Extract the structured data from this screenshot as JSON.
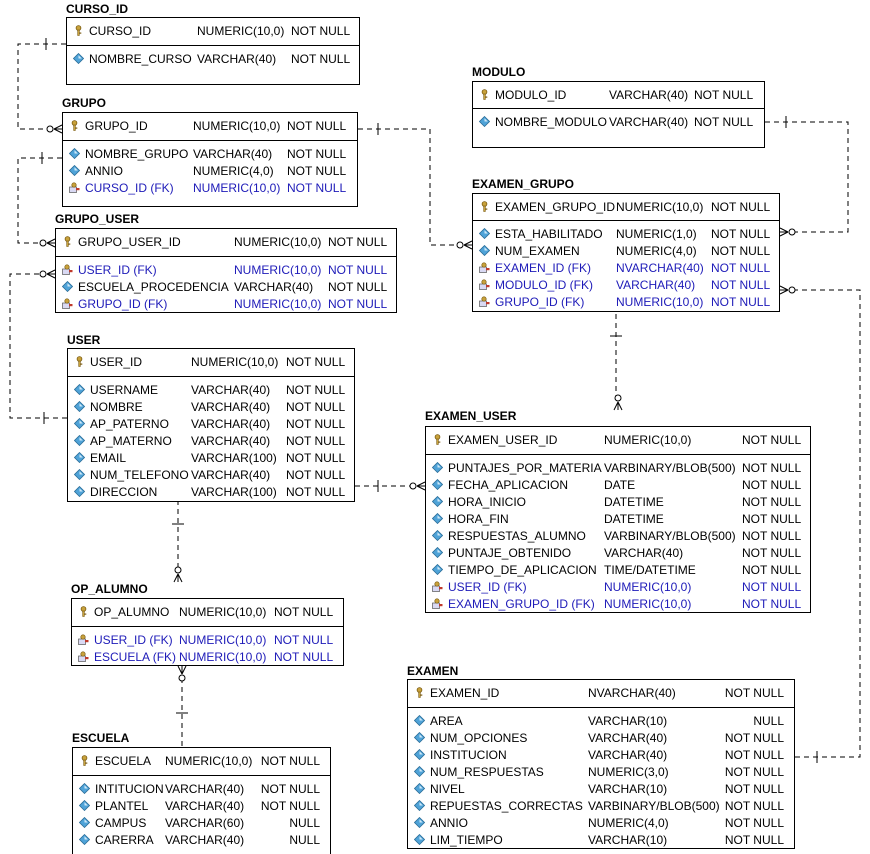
{
  "entities": {
    "curso": {
      "name": "CURSO_ID",
      "pk": [
        {
          "col": "CURSO_ID",
          "type": "NUMERIC(10,0)",
          "null": "NOT NULL",
          "kind": "key"
        }
      ],
      "attrs": [
        {
          "col": "NOMBRE_CURSO",
          "type": "VARCHAR(40)",
          "null": "NOT NULL",
          "kind": "attr"
        }
      ]
    },
    "grupo": {
      "name": "GRUPO",
      "pk": [
        {
          "col": "GRUPO_ID",
          "type": "NUMERIC(10,0)",
          "null": "NOT NULL",
          "kind": "key"
        }
      ],
      "attrs": [
        {
          "col": "NOMBRE_GRUPO",
          "type": "VARCHAR(40)",
          "null": "NOT NULL",
          "kind": "attr"
        },
        {
          "col": "ANNIO",
          "type": "NUMERIC(4,0)",
          "null": "NOT NULL",
          "kind": "attr"
        },
        {
          "col": "CURSO_ID (FK)",
          "type": "NUMERIC(10,0)",
          "null": "NOT NULL",
          "kind": "fk"
        }
      ]
    },
    "grupo_user": {
      "name": "GRUPO_USER",
      "pk": [
        {
          "col": "GRUPO_USER_ID",
          "type": "NUMERIC(10,0)",
          "null": "NOT NULL",
          "kind": "key"
        }
      ],
      "attrs": [
        {
          "col": "USER_ID (FK)",
          "type": "NUMERIC(10,0)",
          "null": "NOT NULL",
          "kind": "fk"
        },
        {
          "col": "ESCUELA_PROCEDENCIA",
          "type": "VARCHAR(40)",
          "null": "NOT NULL",
          "kind": "attr"
        },
        {
          "col": "GRUPO_ID (FK)",
          "type": "NUMERIC(10,0)",
          "null": "NOT NULL",
          "kind": "fk"
        }
      ]
    },
    "user": {
      "name": "USER",
      "pk": [
        {
          "col": "USER_ID",
          "type": "NUMERIC(10,0)",
          "null": "NOT NULL",
          "kind": "key"
        }
      ],
      "attrs": [
        {
          "col": "USERNAME",
          "type": "VARCHAR(40)",
          "null": "NOT NULL",
          "kind": "attr"
        },
        {
          "col": "NOMBRE",
          "type": "VARCHAR(40)",
          "null": "NOT NULL",
          "kind": "attr"
        },
        {
          "col": "AP_PATERNO",
          "type": "VARCHAR(40)",
          "null": "NOT NULL",
          "kind": "attr"
        },
        {
          "col": "AP_MATERNO",
          "type": "VARCHAR(40)",
          "null": "NOT NULL",
          "kind": "attr"
        },
        {
          "col": "EMAIL",
          "type": "VARCHAR(100)",
          "null": "NOT NULL",
          "kind": "attr"
        },
        {
          "col": "NUM_TELEFONO",
          "type": "VARCHAR(40)",
          "null": "NOT NULL",
          "kind": "attr"
        },
        {
          "col": "DIRECCION",
          "type": "VARCHAR(100)",
          "null": "NOT NULL",
          "kind": "attr"
        }
      ]
    },
    "op_alumno": {
      "name": "OP_ALUMNO",
      "pk": [
        {
          "col": "OP_ALUMNO",
          "type": "NUMERIC(10,0)",
          "null": "NOT NULL",
          "kind": "key"
        }
      ],
      "attrs": [
        {
          "col": "USER_ID (FK)",
          "type": "NUMERIC(10,0)",
          "null": "NOT NULL",
          "kind": "fk"
        },
        {
          "col": "ESCUELA (FK)",
          "type": "NUMERIC(10,0)",
          "null": "NOT NULL",
          "kind": "fk"
        }
      ]
    },
    "escuela": {
      "name": "ESCUELA",
      "pk": [
        {
          "col": "ESCUELA",
          "type": "NUMERIC(10,0)",
          "null": "NOT NULL",
          "kind": "key"
        }
      ],
      "attrs": [
        {
          "col": "INTITUCION",
          "type": "VARCHAR(40)",
          "null": "NOT NULL",
          "kind": "attr"
        },
        {
          "col": "PLANTEL",
          "type": "VARCHAR(40)",
          "null": "NOT NULL",
          "kind": "attr"
        },
        {
          "col": "CAMPUS",
          "type": "VARCHAR(60)",
          "null": "NULL",
          "kind": "attr"
        },
        {
          "col": "CARERRA",
          "type": "VARCHAR(40)",
          "null": "NULL",
          "kind": "attr"
        }
      ]
    },
    "modulo": {
      "name": "MODULO",
      "pk": [
        {
          "col": "MODULO_ID",
          "type": "VARCHAR(40)",
          "null": "NOT NULL",
          "kind": "key"
        }
      ],
      "attrs": [
        {
          "col": "NOMBRE_MODULO",
          "type": "VARCHAR(40)",
          "null": "NOT NULL",
          "kind": "attr"
        }
      ]
    },
    "examen_grupo": {
      "name": "EXAMEN_GRUPO",
      "pk": [
        {
          "col": "EXAMEN_GRUPO_ID",
          "type": "NUMERIC(10,0)",
          "null": "NOT NULL",
          "kind": "key"
        }
      ],
      "attrs": [
        {
          "col": "ESTA_HABILITADO",
          "type": "NUMERIC(1,0)",
          "null": "NOT NULL",
          "kind": "attr"
        },
        {
          "col": "NUM_EXAMEN",
          "type": "NUMERIC(4,0)",
          "null": "NOT NULL",
          "kind": "attr"
        },
        {
          "col": "EXAMEN_ID (FK)",
          "type": "NVARCHAR(40)",
          "null": "NOT NULL",
          "kind": "fk"
        },
        {
          "col": "MODULO_ID (FK)",
          "type": "VARCHAR(40)",
          "null": "NOT NULL",
          "kind": "fk"
        },
        {
          "col": "GRUPO_ID (FK)",
          "type": "NUMERIC(10,0)",
          "null": "NOT NULL",
          "kind": "fk"
        }
      ]
    },
    "examen_user": {
      "name": "EXAMEN_USER",
      "pk": [
        {
          "col": "EXAMEN_USER_ID",
          "type": "NUMERIC(10,0)",
          "null": "NOT NULL",
          "kind": "key"
        }
      ],
      "attrs": [
        {
          "col": "PUNTAJES_POR_MATERIA",
          "type": "VARBINARY/BLOB(500)",
          "null": "NOT NULL",
          "kind": "attr"
        },
        {
          "col": "FECHA_APLICACION",
          "type": "DATE",
          "null": "NOT NULL",
          "kind": "attr"
        },
        {
          "col": "HORA_INICIO",
          "type": "DATETIME",
          "null": "NOT NULL",
          "kind": "attr"
        },
        {
          "col": "HORA_FIN",
          "type": "DATETIME",
          "null": "NOT NULL",
          "kind": "attr"
        },
        {
          "col": "RESPUESTAS_ALUMNO",
          "type": "VARBINARY/BLOB(500)",
          "null": "NOT NULL",
          "kind": "attr"
        },
        {
          "col": "PUNTAJE_OBTENIDO",
          "type": "VARCHAR(40)",
          "null": "NOT NULL",
          "kind": "attr"
        },
        {
          "col": "TIEMPO_DE_APLICACION",
          "type": "TIME/DATETIME",
          "null": "NOT NULL",
          "kind": "attr"
        },
        {
          "col": "USER_ID (FK)",
          "type": "NUMERIC(10,0)",
          "null": "NOT NULL",
          "kind": "fk"
        },
        {
          "col": "EXAMEN_GRUPO_ID (FK)",
          "type": "NUMERIC(10,0)",
          "null": "NOT NULL",
          "kind": "fk"
        }
      ]
    },
    "examen": {
      "name": "EXAMEN",
      "pk": [
        {
          "col": "EXAMEN_ID",
          "type": "NVARCHAR(40)",
          "null": "NOT NULL",
          "kind": "key"
        }
      ],
      "attrs": [
        {
          "col": "AREA",
          "type": "VARCHAR(10)",
          "null": "NULL",
          "kind": "attr"
        },
        {
          "col": "NUM_OPCIONES",
          "type": "VARCHAR(40)",
          "null": "NOT NULL",
          "kind": "attr"
        },
        {
          "col": "INSTITUCION",
          "type": "VARCHAR(40)",
          "null": "NOT NULL",
          "kind": "attr"
        },
        {
          "col": "NUM_RESPUESTAS",
          "type": "NUMERIC(3,0)",
          "null": "NOT NULL",
          "kind": "attr"
        },
        {
          "col": "NIVEL",
          "type": "VARCHAR(10)",
          "null": "NOT NULL",
          "kind": "attr"
        },
        {
          "col": "REPUESTAS_CORRECTAS",
          "type": "VARBINARY/BLOB(500)",
          "null": "NOT NULL",
          "kind": "attr"
        },
        {
          "col": "ANNIO",
          "type": "NUMERIC(4,0)",
          "null": "NOT NULL",
          "kind": "attr"
        },
        {
          "col": "LIM_TIEMPO",
          "type": "VARCHAR(10)",
          "null": "NOT NULL",
          "kind": "attr"
        }
      ]
    }
  },
  "colors": {
    "line": "#000000",
    "fk_text": "#1d1ab8",
    "key_icon": "#c8a23c",
    "attr_icon": "#4fa3d8"
  },
  "icons": {
    "key": "key-icon",
    "attr": "attribute-icon",
    "fk": "foreign-key-icon"
  }
}
